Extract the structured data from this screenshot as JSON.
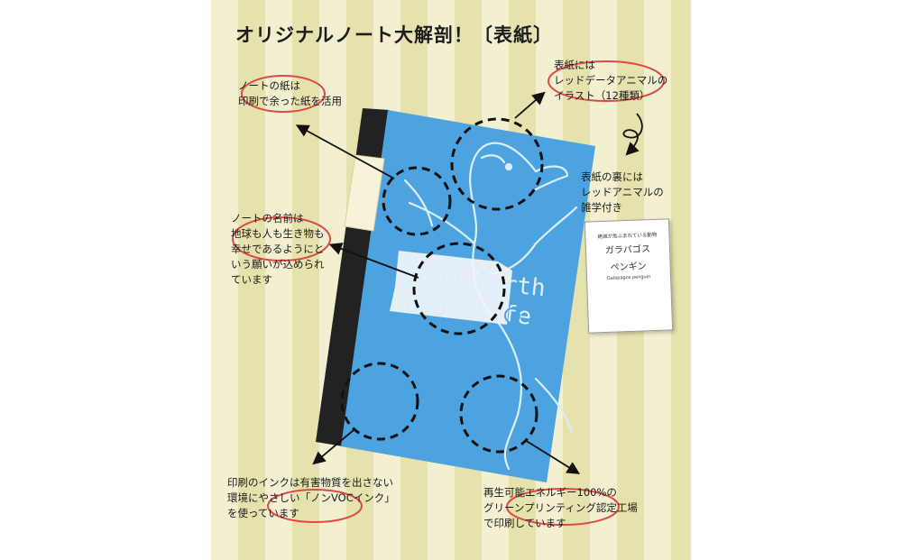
{
  "title": "オリジナルノート大解剖！〔表紙〕",
  "labels": {
    "paper": [
      "ノートの紙は",
      "印刷で余った紙を活用"
    ],
    "illust": [
      "表紙には",
      "レッドデータアニマルの",
      "イラスト（12種類）"
    ],
    "back": [
      "表紙の裏には",
      "レッドアニマルの",
      "雑学付き"
    ],
    "name": [
      "ノートの名前は",
      "地球も人も生き物も",
      "幸せであるようにと",
      "いう願いが込められ",
      "ています"
    ],
    "ink": [
      "印刷のインクは有害物質を出さない",
      "環境にやさしい「ノンVOCインク」",
      "を使っています"
    ],
    "energy": [
      "再生可能エネルギー100%の",
      "グリーンプリンティング認定工場",
      "で印刷しています"
    ]
  },
  "cover": {
    "line1": "Good Earth",
    "line2": "Good Life"
  },
  "booklet": {
    "line1": "絶滅が危ぶまれている動物",
    "line2": "ガラパゴス",
    "line3": "ペンギン",
    "line4": "Galapagos penguin"
  },
  "colors": {
    "cover_blue": "#4da3e0",
    "spine": "#222222",
    "highlight_circle": "#e04848",
    "stripe_light": "#f2f0d0",
    "stripe_dark": "#e6e2ad"
  }
}
